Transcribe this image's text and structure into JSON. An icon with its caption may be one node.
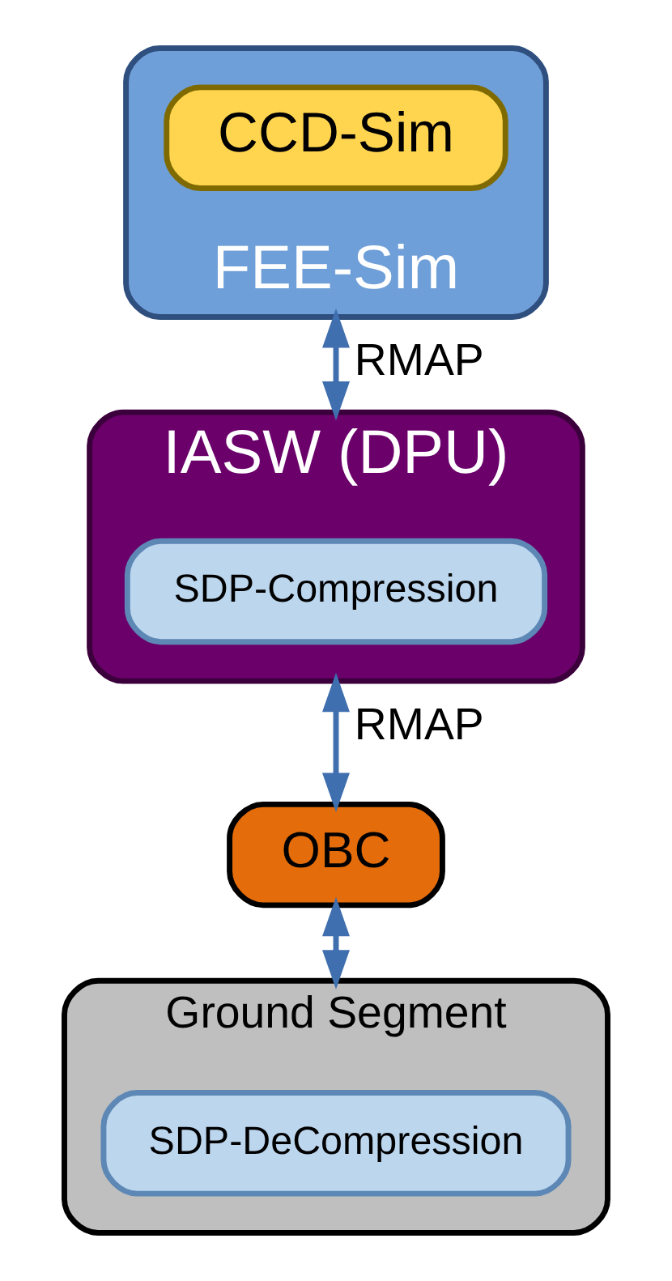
{
  "diagram": {
    "nodes": [
      {
        "text": [
          "FEE-Sim"
        ]
      },
      {
        "text": [
          "CCD-Sim"
        ],
        "in": 0
      },
      {
        "text": [
          "IASW (DPU)"
        ]
      },
      {
        "text": [
          "SDP-Compression"
        ],
        "in": 2
      },
      {
        "text": [
          "OBC"
        ]
      },
      {
        "text": [
          "Ground Segment"
        ]
      },
      {
        "text": [
          "SDP-DeCompression"
        ],
        "in": 5
      }
    ],
    "edges": [
      {
        "from": 0,
        "to": 2,
        "arrow": "both",
        "label": "RMAP"
      },
      {
        "from": 2,
        "to": 4,
        "arrow": "both",
        "label": "RMAP"
      },
      {
        "from": 4,
        "to": 5,
        "arrow": "both"
      }
    ]
  }
}
